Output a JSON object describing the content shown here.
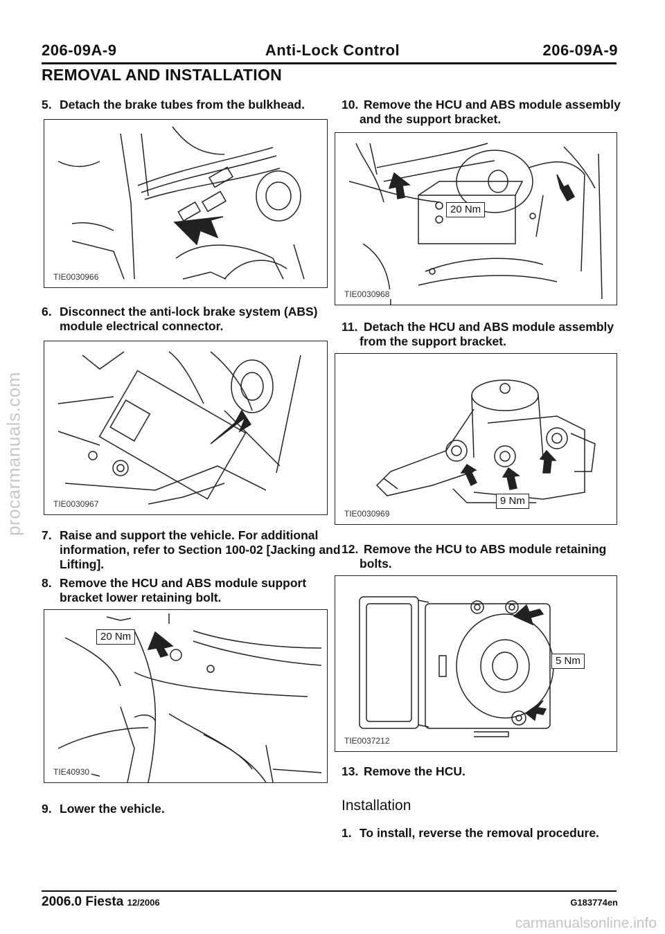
{
  "header": {
    "code_left": "206-09A-9",
    "title": "Anti-Lock Control",
    "code_right": "206-09A-9"
  },
  "section_title": "REMOVAL AND INSTALLATION",
  "steps": {
    "s5": {
      "num": "5.",
      "text": "Detach the brake tubes from the bulkhead."
    },
    "s6": {
      "num": "6.",
      "text": "Disconnect the anti-lock brake system (ABS) module electrical connector."
    },
    "s7": {
      "num": "7.",
      "text": "Raise and support the vehicle. For additional information, refer to Section 100-02 [Jacking and Lifting]."
    },
    "s8": {
      "num": "8.",
      "text": "Remove the HCU and ABS module support bracket lower retaining bolt."
    },
    "s9": {
      "num": "9.",
      "text": "Lower the vehicle."
    },
    "s10": {
      "num": "10.",
      "text": "Remove the HCU and ABS module assembly and the support bracket."
    },
    "s11": {
      "num": "11.",
      "text": "Detach the HCU and ABS module assembly from the support bracket."
    },
    "s12": {
      "num": "12.",
      "text": "Remove the HCU to ABS module retaining bolts."
    },
    "s13": {
      "num": "13.",
      "text": "Remove the HCU."
    }
  },
  "installation": {
    "heading": "Installation",
    "s1": {
      "num": "1.",
      "text": "To install, reverse the removal procedure."
    }
  },
  "figures": {
    "f5": {
      "label": "TIE0030966"
    },
    "f6": {
      "label": "TIE0030967"
    },
    "f8": {
      "label": "TIE40930",
      "torque": "20 Nm"
    },
    "f10": {
      "label": "TIE0030968",
      "torque": "20 Nm"
    },
    "f11": {
      "label": "TIE0030969",
      "torque": "9 Nm"
    },
    "f12": {
      "label": "TIE0037212",
      "torque": "5 Nm"
    }
  },
  "footer": {
    "model": "2006.0 Fiesta",
    "date": "12/2006",
    "doc_code": "G183774en"
  },
  "watermarks": {
    "side": "procarmanuals.com",
    "bottom": "carmanualsonline.info"
  }
}
